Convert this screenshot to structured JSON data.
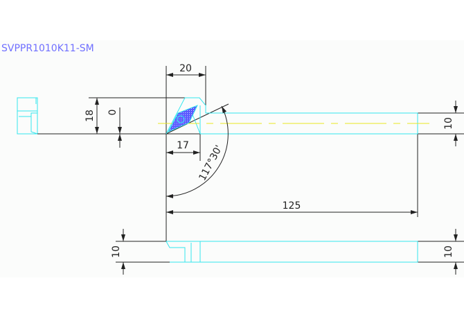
{
  "title": "SVPPR1010K11-SM",
  "colors": {
    "title": "#6f6fff",
    "outline": "#33e6ee",
    "dimension": "#222222",
    "centerline": "#e8e820",
    "insert": "#5a5aff"
  },
  "dimensions": {
    "width_20": "20",
    "height_18": "18",
    "offset_0": "0",
    "width_17": "17",
    "angle": "117°30'",
    "length_125": "125",
    "shank_right_10": "10",
    "bottom_left_10": "10",
    "bottom_right_10": "10"
  }
}
